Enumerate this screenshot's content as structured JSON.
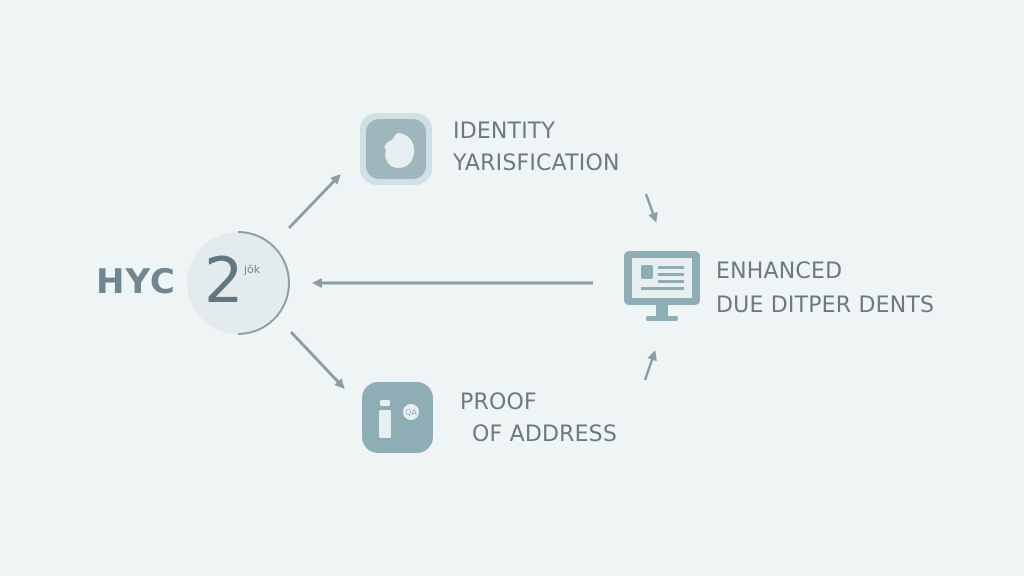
{
  "center": {
    "title": "HYC",
    "number": "2",
    "superscript": "jŏk"
  },
  "nodes": [
    {
      "id": "identity",
      "line1": "IDENTITY",
      "line2": "YARISFICATION",
      "icon": "face-profile-icon"
    },
    {
      "id": "enhanced",
      "line1": "ENHANCED",
      "line2": "DUE DITPER DENTS",
      "icon": "monitor-document-icon"
    },
    {
      "id": "address",
      "line1": "PROOF",
      "line2": "OF ADDRESS",
      "icon": "bottle-badge-icon"
    }
  ],
  "colors": {
    "background": "#eff4f5",
    "accent": "#8fadb5",
    "text": "#6a7a80",
    "arrow": "#8a9ea4"
  }
}
